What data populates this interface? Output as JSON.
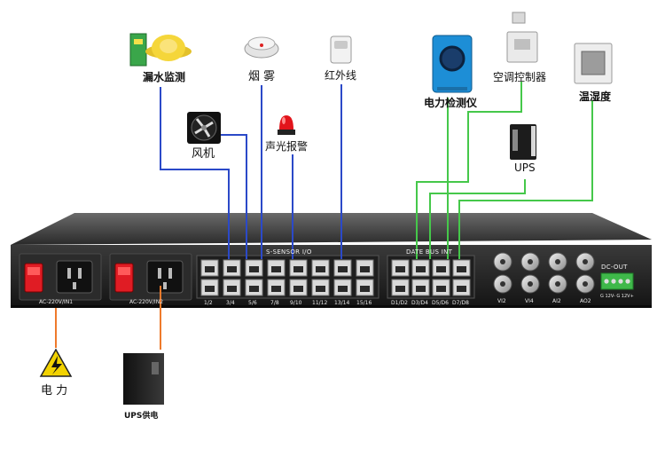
{
  "devices": {
    "water_leak": "漏水监测",
    "smoke": "烟 雾",
    "infrared": "红外线",
    "power_meter": "电力检测仪",
    "ac_controller": "空调控制器",
    "temp_humidity": "温湿度",
    "fan": "风机",
    "alarm": "声光报警",
    "ups": "UPS",
    "power": "电 力",
    "ups_supply": "UPS供电"
  },
  "panel": {
    "sensor_header": "S-SENSOR I/O",
    "bus_header": "DATE BUS INT",
    "dc_out": "DC-OUT",
    "dc_terminals": "G 12V- G 12V+",
    "ac_in_1": "AC-220V/IN1",
    "ac_in_2": "AC-220V/IN2",
    "sensor_ports": [
      "1/2",
      "3/4",
      "5/6",
      "7/8",
      "9/10",
      "11/12",
      "13/14",
      "15/16"
    ],
    "bus_ports": [
      "D1/D2",
      "D3/D4",
      "D5/D6",
      "D7/D8"
    ],
    "analog_ports": [
      "VI2",
      "VI4",
      "AI2",
      "AO2"
    ]
  },
  "colors": {
    "blue_wire": "#2b49c8",
    "green_wire": "#45c84a",
    "orange_wire": "#ee7a2c",
    "chassis": "#222222"
  }
}
